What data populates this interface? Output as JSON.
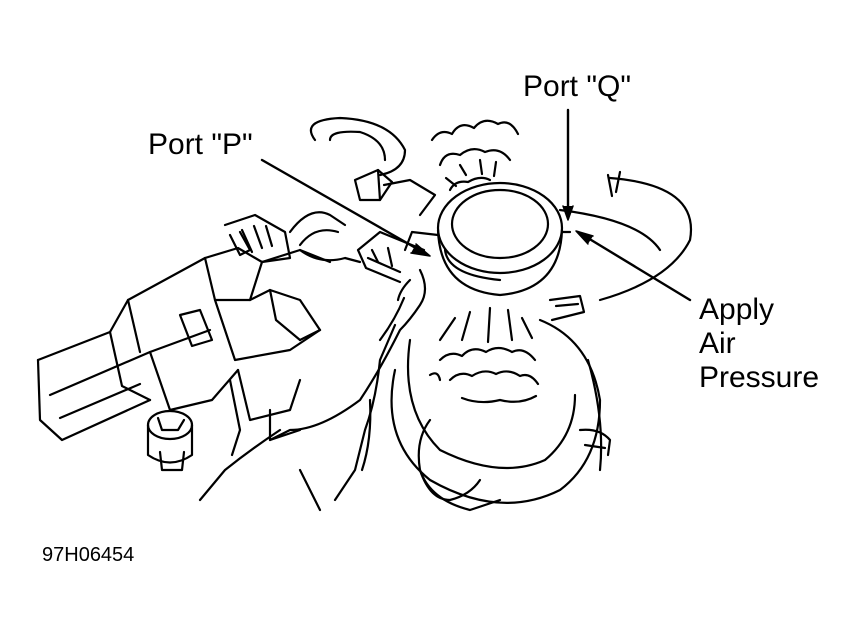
{
  "labels": {
    "port_q": "Port \"Q\"",
    "port_p": "Port \"P\"",
    "apply_line1": "Apply",
    "apply_line2": "Air",
    "apply_line3": "Pressure"
  },
  "figure_id": "97H06454",
  "colors": {
    "ink": "#000000",
    "background": "#ffffff"
  }
}
